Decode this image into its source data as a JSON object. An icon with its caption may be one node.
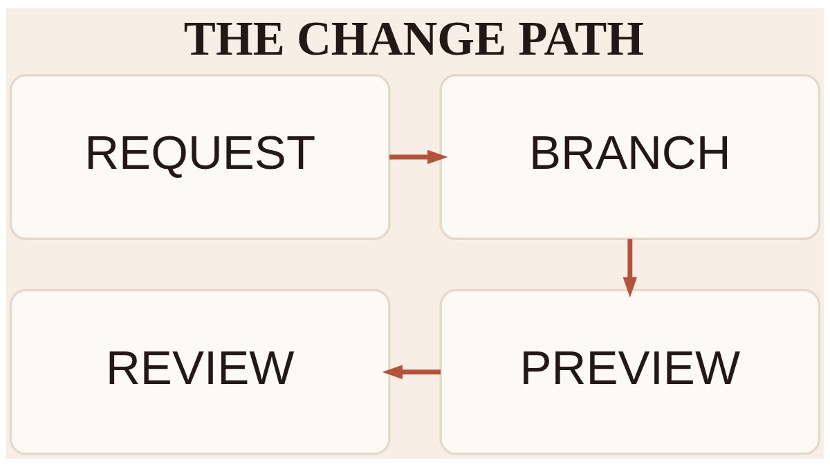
{
  "diagram": {
    "title": "THE CHANGE PATH",
    "nodes": [
      {
        "text": [
          "REQUEST"
        ]
      },
      {
        "text": [
          "BRANCH"
        ]
      },
      {
        "text": [
          "PREVIEW"
        ]
      },
      {
        "text": [
          "REVIEW"
        ]
      }
    ],
    "edges": [
      {
        "from": 0,
        "to": 1,
        "arrow": "to"
      },
      {
        "from": 1,
        "to": 2,
        "arrow": "to"
      },
      {
        "from": 2,
        "to": 3,
        "arrow": "to"
      }
    ]
  }
}
